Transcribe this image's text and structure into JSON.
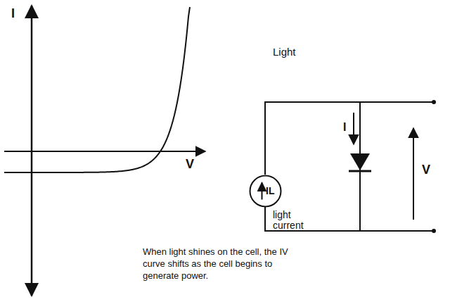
{
  "diagram": {
    "caption": "When light shines on the cell, the IV curve shifts as the cell begins to generate power.",
    "nodes": [
      {
        "text": [
          "IL"
        ]
      }
    ],
    "labels": [
      "I",
      "V",
      "Light",
      "I",
      "light current",
      "V"
    ]
  }
}
